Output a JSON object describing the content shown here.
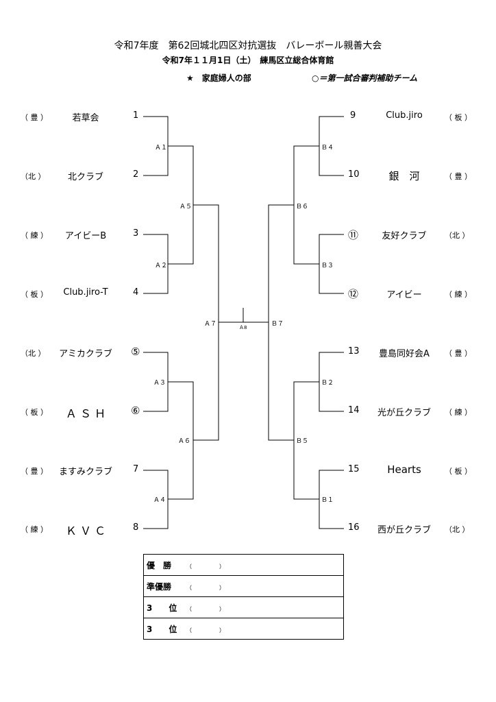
{
  "header": {
    "title": "令和7年度　第62回城北四区対抗選抜　バレーボール親善大会",
    "subtitle": "令和7年１１月1日（土）　練馬区立総合体育館",
    "division": "★　家庭婦人の部",
    "note": "○＝第一試合審判補助チーム"
  },
  "left_teams": [
    {
      "pref": "（ 豊 ）",
      "name": "若草会",
      "num": "1"
    },
    {
      "pref": "（北 ）",
      "name": "北クラブ",
      "num": "2"
    },
    {
      "pref": "（ 練 ）",
      "name": "アイビーB",
      "num": "3"
    },
    {
      "pref": "（ 板 ）",
      "name": "Club.jiro-T",
      "num": "4"
    },
    {
      "pref": "（北 ）",
      "name": "アミカクラブ",
      "num": "⑤"
    },
    {
      "pref": "（ 板 ）",
      "name": "Ａ Ｓ Ｈ",
      "num": "⑥"
    },
    {
      "pref": "（ 豊 ）",
      "name": "ますみクラブ",
      "num": "7"
    },
    {
      "pref": "（ 練 ）",
      "name": "Ｋ Ｖ Ｃ",
      "num": "8"
    }
  ],
  "right_teams": [
    {
      "num": "9",
      "name": "Club.jiro",
      "pref": "（ 板 ）"
    },
    {
      "num": "10",
      "name": "銀　河",
      "pref": "（ 豊 ）"
    },
    {
      "num": "⑪",
      "name": "友好クラブ",
      "pref": "（北 ）"
    },
    {
      "num": "⑫",
      "name": "アイビー",
      "pref": "（ 練 ）"
    },
    {
      "num": "13",
      "name": "豊島同好会A",
      "pref": "（ 豊 ）"
    },
    {
      "num": "14",
      "name": "光が丘クラブ",
      "pref": "（ 練 ）"
    },
    {
      "num": "15",
      "name": "Hearts",
      "pref": "（ 板 ）"
    },
    {
      "num": "16",
      "name": "西が丘クラブ",
      "pref": "（北 ）"
    }
  ],
  "matches": {
    "A1": "Ａ１",
    "A2": "Ａ２",
    "A3": "Ａ３",
    "A4": "Ａ４",
    "A5": "Ａ５",
    "A6": "Ａ６",
    "A7": "Ａ７",
    "A8": "Ａ8",
    "B1": "Ｂ１",
    "B2": "Ｂ２",
    "B3": "Ｂ３",
    "B4": "Ｂ４",
    "B5": "Ｂ５",
    "B6": "Ｂ６",
    "B7": "Ｂ７"
  },
  "results": [
    {
      "label": "優　勝",
      "paren": "（　　　　　）"
    },
    {
      "label": "準優勝",
      "paren": "（　　　　　）"
    },
    {
      "label": "3　　位",
      "paren": "（　　　　　）"
    },
    {
      "label": "3　　位",
      "paren": "（　　　　　）"
    }
  ]
}
